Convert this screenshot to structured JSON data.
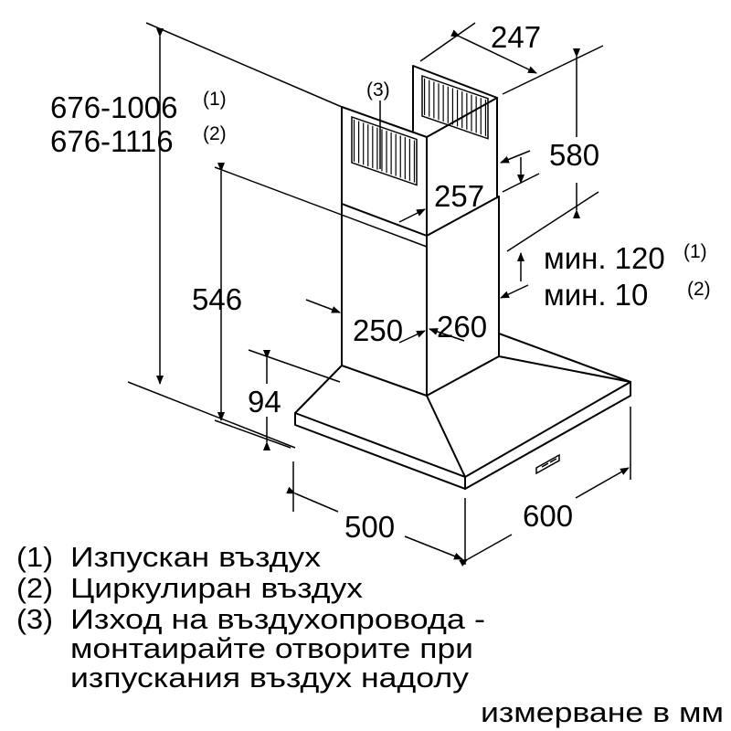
{
  "dimensions": {
    "total_height_1": "676-1006",
    "total_height_1_note": "(1)",
    "total_height_2": "676-1116",
    "total_height_2_note": "(2)",
    "lower_height": "546",
    "hood_height": "94",
    "vent_note": "(3)",
    "chimney_depth_top": "247",
    "chimney_upper_height": "580",
    "chimney_upper_width": "257",
    "min_gap_1": "мин. 120",
    "min_gap_1_note": "(1)",
    "min_gap_2": "мин. 10",
    "min_gap_2_note": "(2)",
    "chimney_lower_width": "250",
    "chimney_lower_depth": "260",
    "hood_depth": "500",
    "hood_width": "600"
  },
  "legend": [
    {
      "num": "(1)",
      "text": "Изпускан въздух"
    },
    {
      "num": "(2)",
      "text": "Циркулиран въздух"
    },
    {
      "num": "(3)",
      "text": "Изход на въздухопровода -"
    },
    {
      "num": "",
      "text": "монтаирайте отворите при"
    },
    {
      "num": "",
      "text": "изпускания въздух надолу"
    }
  ],
  "units_note": "измерване в мм"
}
